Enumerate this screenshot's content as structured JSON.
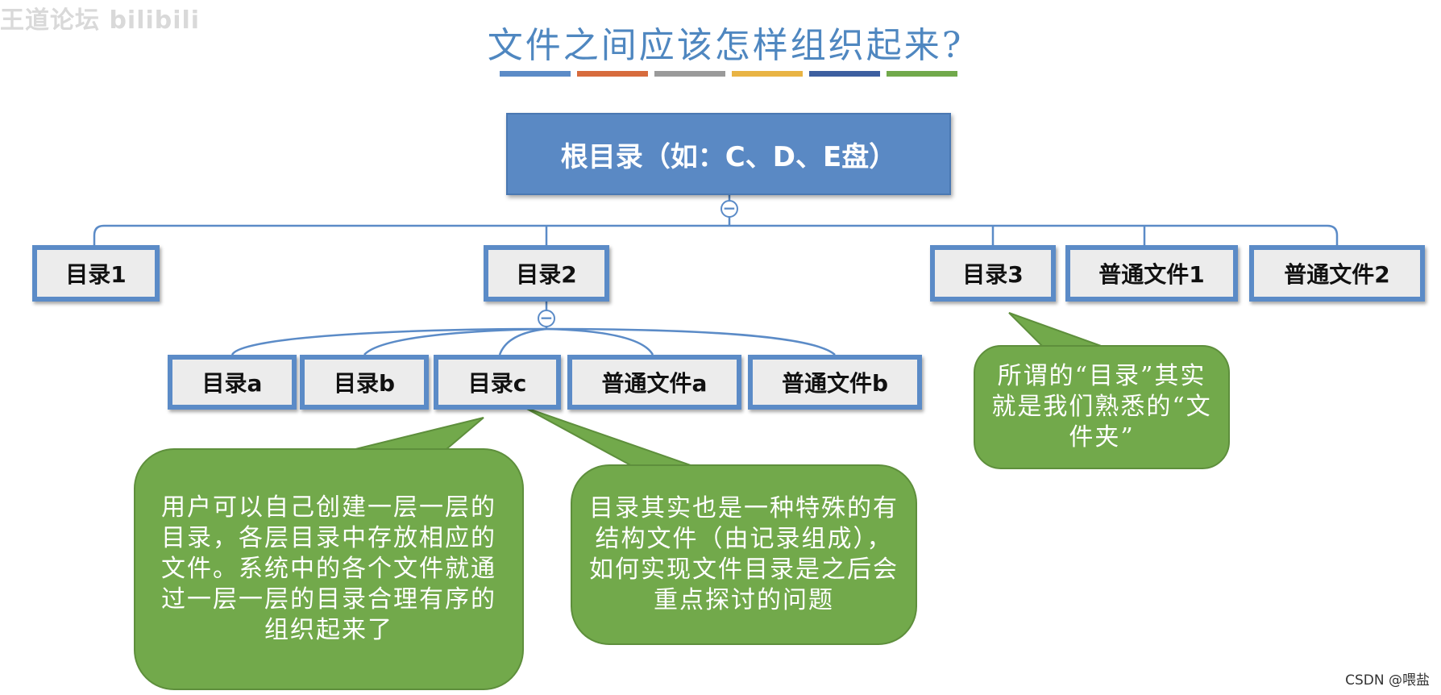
{
  "watermark": "王道论坛  bilibili",
  "title": "文件之间应该怎样组织起来?",
  "title_bar_colors": [
    "#5b8bc7",
    "#d76b3d",
    "#9a9a9a",
    "#e9b444",
    "#3d5fa0",
    "#71a94b"
  ],
  "root": {
    "label": "根目录（如：C、D、E盘）"
  },
  "level1": [
    {
      "label": "目录1"
    },
    {
      "label": "目录2"
    },
    {
      "label": "目录3"
    },
    {
      "label": "普通文件1"
    },
    {
      "label": "普通文件2"
    }
  ],
  "level2": [
    {
      "label": "目录a"
    },
    {
      "label": "目录b"
    },
    {
      "label": "目录c"
    },
    {
      "label": "普通文件a"
    },
    {
      "label": "普通文件b"
    }
  ],
  "collapse_symbol": "−",
  "callouts": {
    "user_dirs": "用户可以自己创建一层一层的目录，各层目录中存放相应的文件。系统中的各个文件就通过一层一层的目录合理有序的组织起来了",
    "dir_is_file": "目录其实也是一种特殊的有结构文件（由记录组成），如何实现文件目录是之后会重点探讨的问题",
    "folder": "所谓的“目录”其实就是我们熟悉的“文件夹”"
  },
  "colors": {
    "node_border": "#5b8bc7",
    "root_fill": "#5a89c4",
    "callout_fill": "#72a94b"
  },
  "footer": "CSDN @喂盐"
}
